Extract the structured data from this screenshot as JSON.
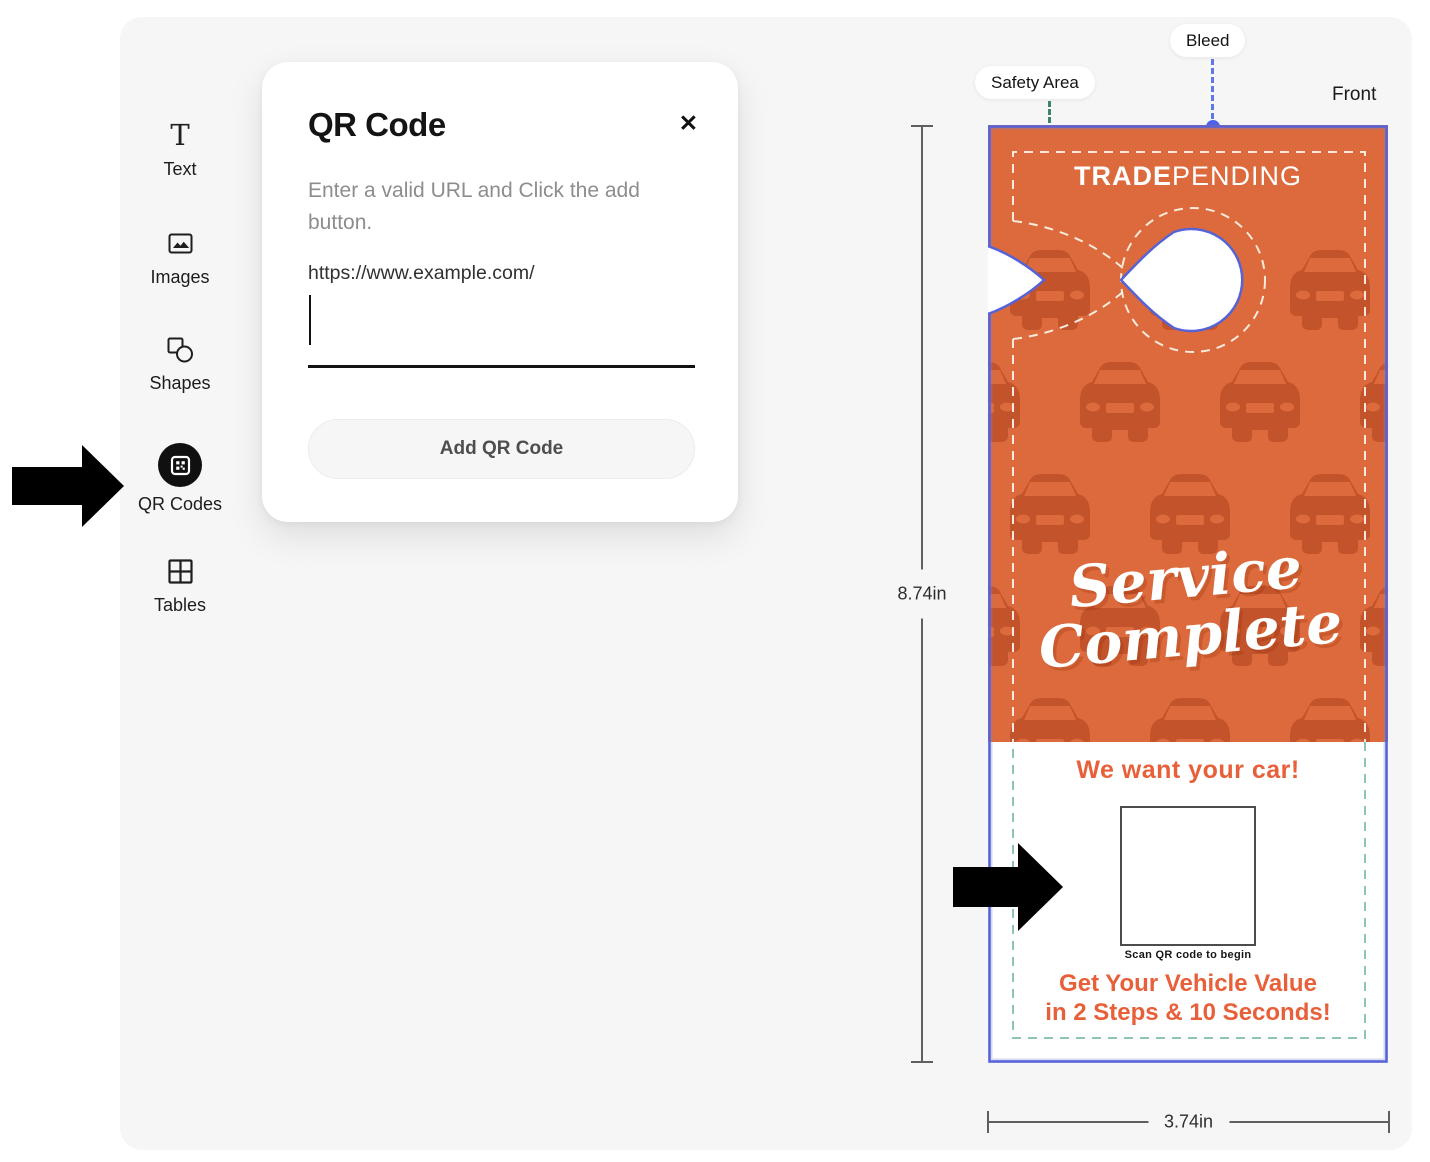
{
  "sidebar": {
    "items": [
      {
        "label": "Text"
      },
      {
        "label": "Images"
      },
      {
        "label": "Shapes"
      },
      {
        "label": "QR Codes",
        "active": true
      },
      {
        "label": "Tables"
      }
    ]
  },
  "qr_panel": {
    "title": "QR Code",
    "close_glyph": "✕",
    "description": "Enter a valid URL and Click the add button.",
    "url_hint": "https://www.example.com/",
    "input_value": "",
    "add_button_label": "Add QR Code"
  },
  "preview": {
    "side_label": "Front",
    "safety_area_label": "Safety Area",
    "bleed_label": "Bleed",
    "height_label": "8.74in",
    "width_label": "3.74in",
    "design": {
      "brand_bold": "TRADE",
      "brand_light": "PENDING",
      "headline_line1": "Service",
      "headline_line2": "Complete",
      "subheadline": "We want your car!",
      "qr_caption": "Scan QR code to begin",
      "cta_line1": "Get Your Vehicle Value",
      "cta_line2": "in 2 Steps & 10 Seconds!"
    }
  },
  "colors": {
    "brand_orange": "#dc6a3c",
    "pattern_car": "#c2532b",
    "bleed_blue": "#5663d6",
    "bleed_dot": "#4a63e8",
    "safety_green": "#37795e",
    "safety_dash_teal": "#8cc6b2",
    "cta_orange": "#e8603a"
  }
}
